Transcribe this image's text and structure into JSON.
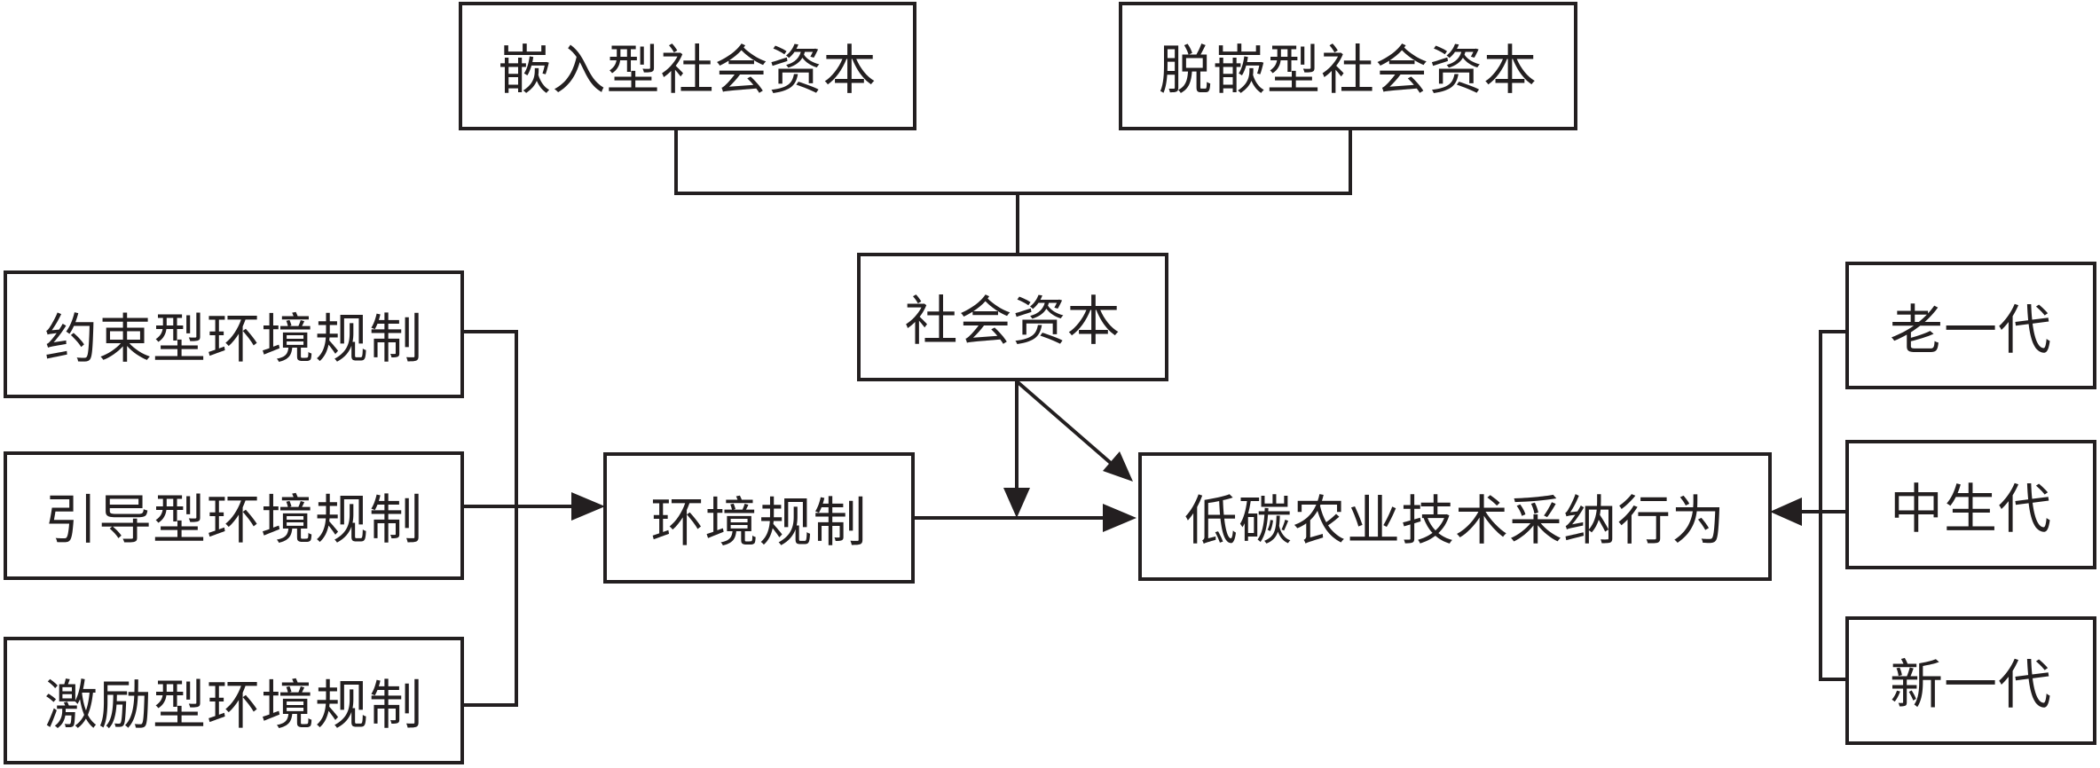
{
  "social_capital": {
    "embedded": "嵌入型社会资本",
    "disembedded": "脱嵌型社会资本",
    "main": "社会资本"
  },
  "environmental_regulation": {
    "constraint": "约束型环境规制",
    "guidance": "引导型环境规制",
    "incentive": "激励型环境规制",
    "main": "环境规制"
  },
  "outcome": "低碳农业技术采纳行为",
  "generations": {
    "old": "老一代",
    "middle": "中生代",
    "new": "新一代"
  }
}
